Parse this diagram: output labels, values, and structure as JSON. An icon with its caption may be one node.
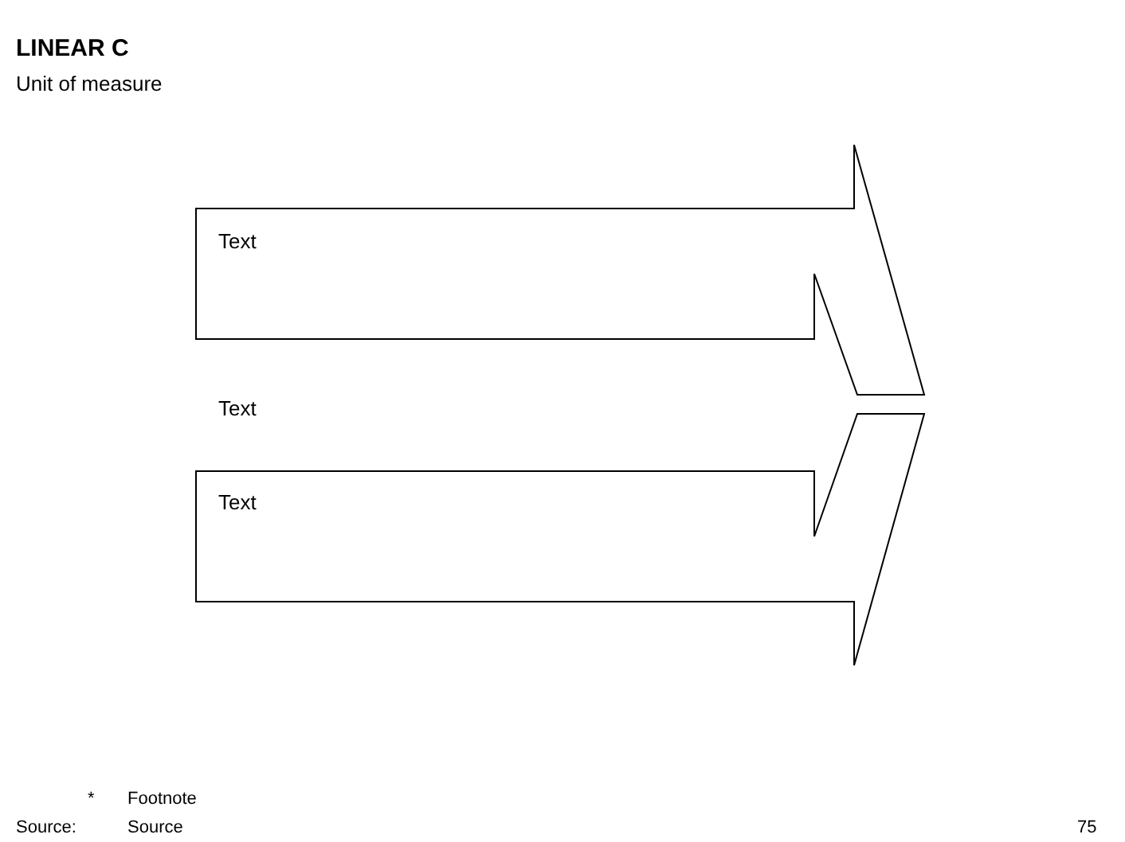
{
  "diagram": {
    "title": "LINEAR C",
    "nodes": [
      {
        "text": [
          "Text"
        ]
      },
      {
        "text": [
          "Text"
        ]
      }
    ],
    "edges": [],
    "labels": [
      "Unit of measure",
      "Text",
      "*",
      "Footnote",
      "Source:",
      "Source",
      "75"
    ]
  }
}
